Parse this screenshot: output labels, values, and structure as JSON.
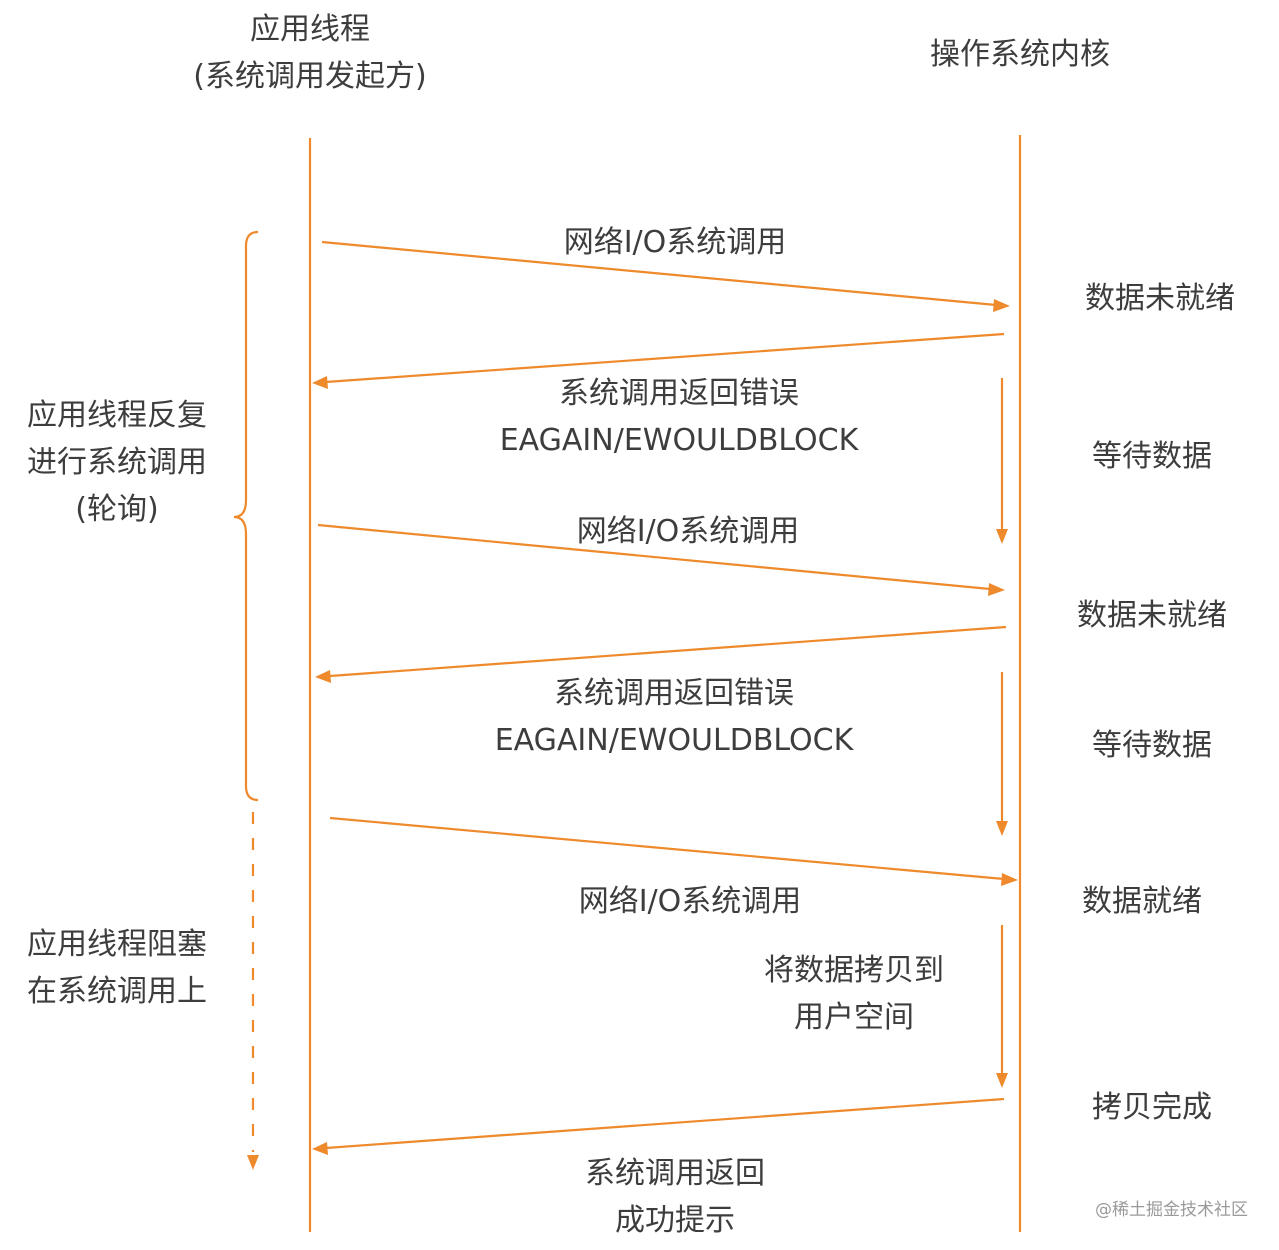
{
  "actors": {
    "app_title": "应用线程",
    "app_subtitle": "(系统调用发起方)",
    "kernel_title": "操作系统内核"
  },
  "calls": [
    "网络I/O系统调用",
    "网络I/O系统调用",
    "网络I/O系统调用"
  ],
  "errors": [
    {
      "line1": "系统调用返回错误",
      "line2": "EAGAIN/EWOULDBLOCK"
    },
    {
      "line1": "系统调用返回错误",
      "line2": "EAGAIN/EWOULDBLOCK"
    }
  ],
  "kernel_states": {
    "not_ready_1": "数据未就绪",
    "waiting_1": "等待数据",
    "not_ready_2": "数据未就绪",
    "waiting_2": "等待数据",
    "ready": "数据就绪",
    "copy_done": "拷贝完成"
  },
  "copy_label": {
    "line1": "将数据拷贝到",
    "line2": "用户空间"
  },
  "success": {
    "line1": "系统调用返回",
    "line2": "成功提示"
  },
  "phases": {
    "polling": {
      "line1": "应用线程反复",
      "line2": "进行系统调用",
      "line3": "(轮询)"
    },
    "blocked": {
      "line1": "应用线程阻塞",
      "line2": "在系统调用上"
    }
  },
  "watermark": "@稀土掘金技术社区",
  "colors": {
    "accent": "#ee8a2c",
    "text": "#3d3d3d"
  }
}
